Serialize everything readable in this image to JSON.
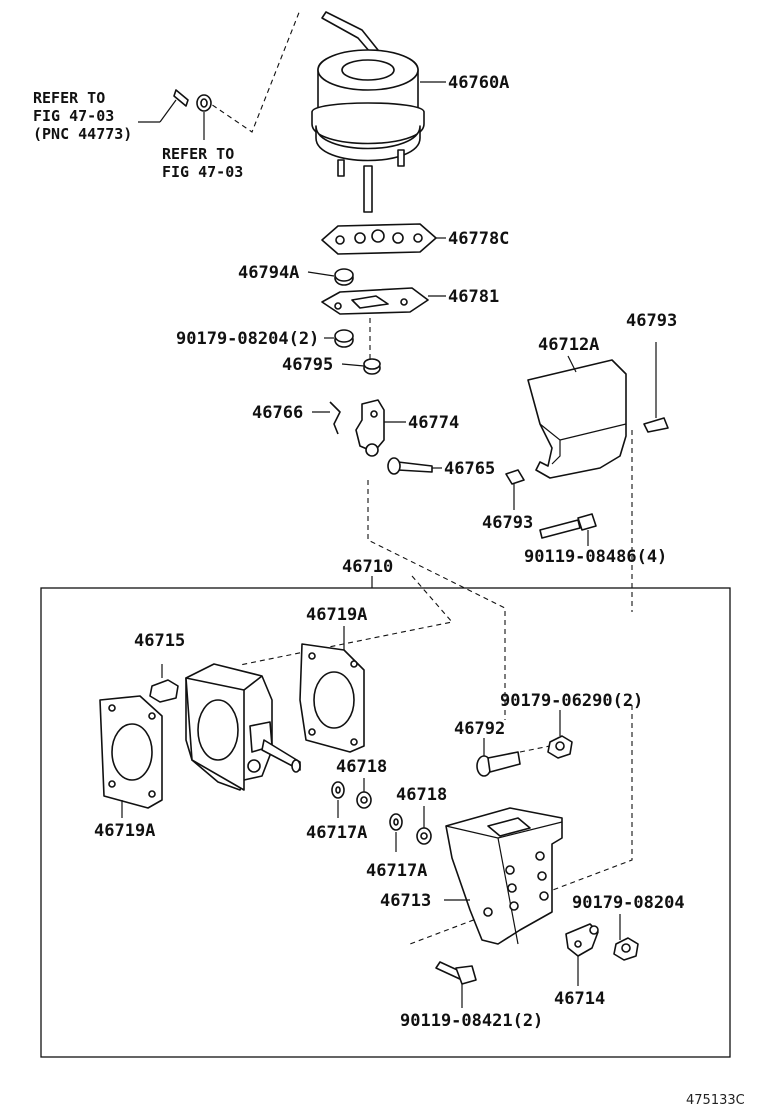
{
  "refs": {
    "r1_line1": "REFER TO",
    "r1_line2": "FIG 47-03",
    "r1_line3": "(PNC 44773)",
    "r2_line1": "REFER TO",
    "r2_line2": "FIG 47-03"
  },
  "parts": {
    "p46760A": "46760A",
    "p46778C": "46778C",
    "p46794A": "46794A",
    "p46781": "46781",
    "p90179_08204_2": "90179-08204(2)",
    "p46795": "46795",
    "p46766": "46766",
    "p46774": "46774",
    "p46765": "46765",
    "p46712A": "46712A",
    "p46793_top": "46793",
    "p46793_bot": "46793",
    "p90119_08486_4": "90119-08486(4)",
    "p46710": "46710",
    "p46719A_top": "46719A",
    "p46715": "46715",
    "p46719A_left": "46719A",
    "p90179_06290_2": "90179-06290(2)",
    "p46792": "46792",
    "p46718_a": "46718",
    "p46718_b": "46718",
    "p46717A_a": "46717A",
    "p46717A_b": "46717A",
    "p46713": "46713",
    "p90179_08204": "90179-08204",
    "p46714": "46714",
    "p90119_08421_2": "90119-08421(2)"
  },
  "catalog_number": "475133C"
}
